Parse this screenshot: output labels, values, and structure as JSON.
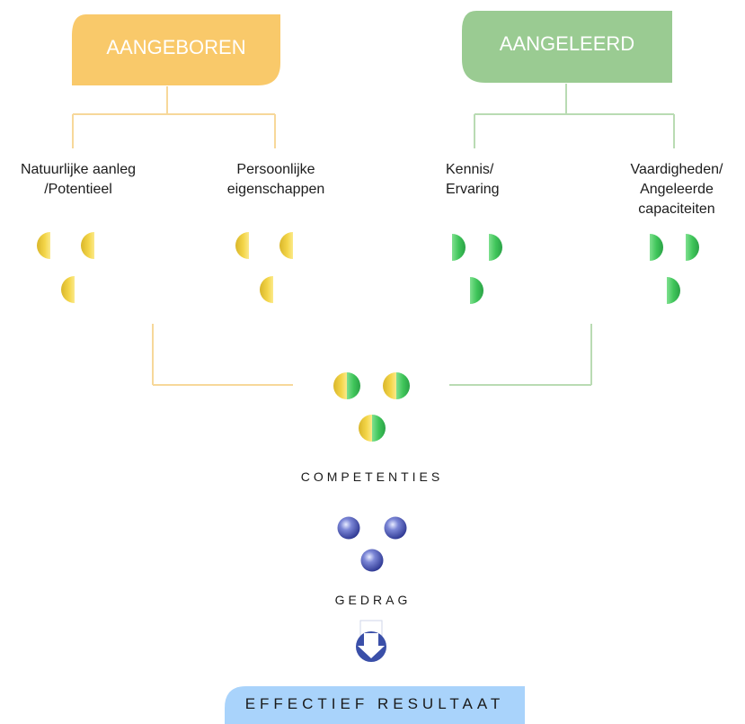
{
  "categories": {
    "left": {
      "title": "AANGEBOREN",
      "color": "#f9c96a"
    },
    "right": {
      "title": "AANGELEERD",
      "color": "#9acb92"
    }
  },
  "items": [
    {
      "label": "Natuurlijke aanleg\n/Potentieel"
    },
    {
      "label": "Persoonlijke\neigenschappen"
    },
    {
      "label": "Kennis/\nErvaring"
    },
    {
      "label": "Vaardigheden/\nAngeleerde\ncapaciteiten"
    }
  ],
  "stages": {
    "competenties": "COMPETENTIES",
    "gedrag": "GEDRAG",
    "result": "EFFECTIEF RESULTAAT"
  },
  "colors": {
    "yellow_line": "#f7d89a",
    "green_line": "#b9dbb3",
    "half_yellow": "#f2cf3a",
    "half_green": "#3ec45a",
    "sphere": "#4050b8",
    "arrow": "#3a4fa8",
    "result_bg": "#a9d3fb"
  }
}
